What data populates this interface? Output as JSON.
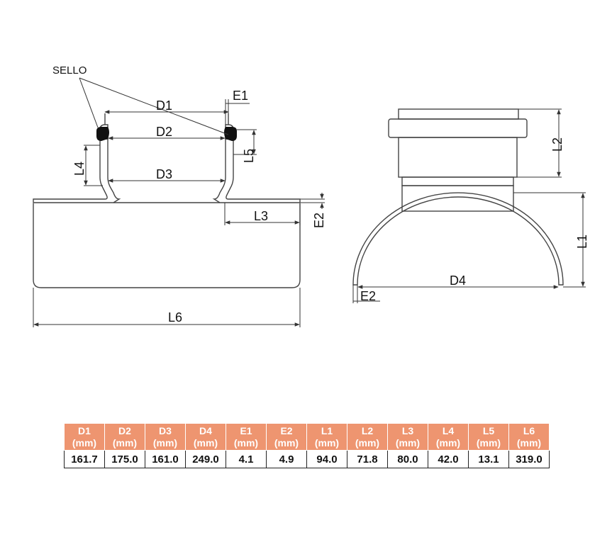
{
  "diagram": {
    "labels": {
      "sello": "SELLO",
      "d1": "D1",
      "d2": "D2",
      "d3": "D3",
      "d4": "D4",
      "e1": "E1",
      "e2_side": "E2",
      "e2_front": "E2",
      "l1": "L1",
      "l2": "L2",
      "l3": "L3",
      "l4": "L4",
      "l5": "L5",
      "l6": "L6"
    },
    "colors": {
      "pipe_fill": "#d9d9d9",
      "seal_fill": "#111111",
      "line": "#333333"
    }
  },
  "table": {
    "header_color": "#ee9570",
    "unit": "(mm)",
    "columns": [
      "D1",
      "D2",
      "D3",
      "D4",
      "E1",
      "E2",
      "L1",
      "L2",
      "L3",
      "L4",
      "L5",
      "L6"
    ],
    "values": [
      "161.7",
      "175.0",
      "161.0",
      "249.0",
      "4.1",
      "4.9",
      "94.0",
      "71.8",
      "80.0",
      "42.0",
      "13.1",
      "319.0"
    ]
  }
}
